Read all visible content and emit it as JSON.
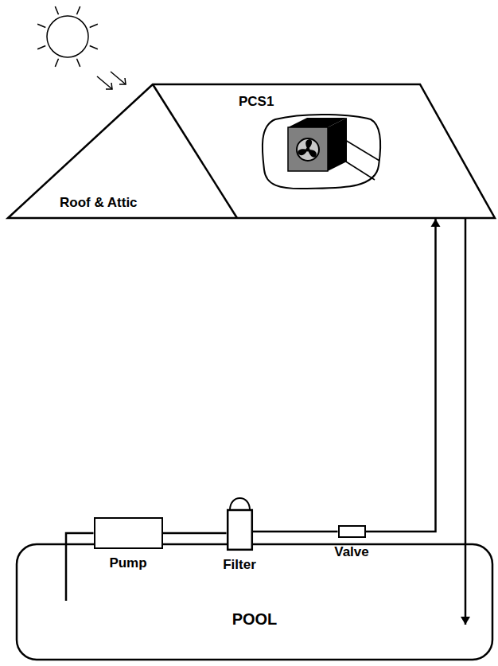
{
  "diagram": {
    "nodes": [
      {
        "text": [
          "Roof & Attic"
        ]
      },
      {
        "text": [
          "PCS1"
        ],
        "in": 0
      },
      {
        "text": [
          "Pump"
        ]
      },
      {
        "text": [
          "Filter"
        ]
      },
      {
        "text": [
          "Valve"
        ]
      },
      {
        "text": [
          "POOL"
        ]
      }
    ],
    "edges": [
      {
        "from": 5,
        "to": 2,
        "arrow": "none"
      },
      {
        "from": 2,
        "to": 3,
        "arrow": "none"
      },
      {
        "from": 3,
        "to": 4,
        "arrow": "none"
      },
      {
        "from": 4,
        "to": 0,
        "arrow": "to"
      },
      {
        "from": 0,
        "to": 5,
        "arrow": "to"
      }
    ]
  }
}
